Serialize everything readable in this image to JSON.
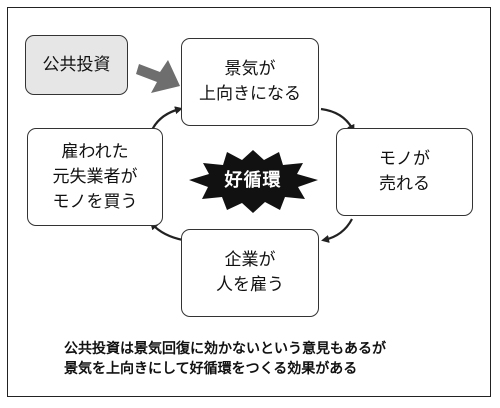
{
  "boxes": {
    "public_investment": "公共投資",
    "economy_up": [
      "景気が",
      "上向きになる"
    ],
    "goods_sell": [
      "モノが",
      "売れる"
    ],
    "companies_hire": [
      "企業が",
      "人を雇う"
    ],
    "hired_buy": [
      "雇われた",
      "元失業者が",
      "モノを買う"
    ]
  },
  "center_label": "好循環",
  "caption": [
    "公共投資は景気回復に効かないという意見もあるが",
    "景気を上向きにして好循環をつくる効果がある"
  ]
}
